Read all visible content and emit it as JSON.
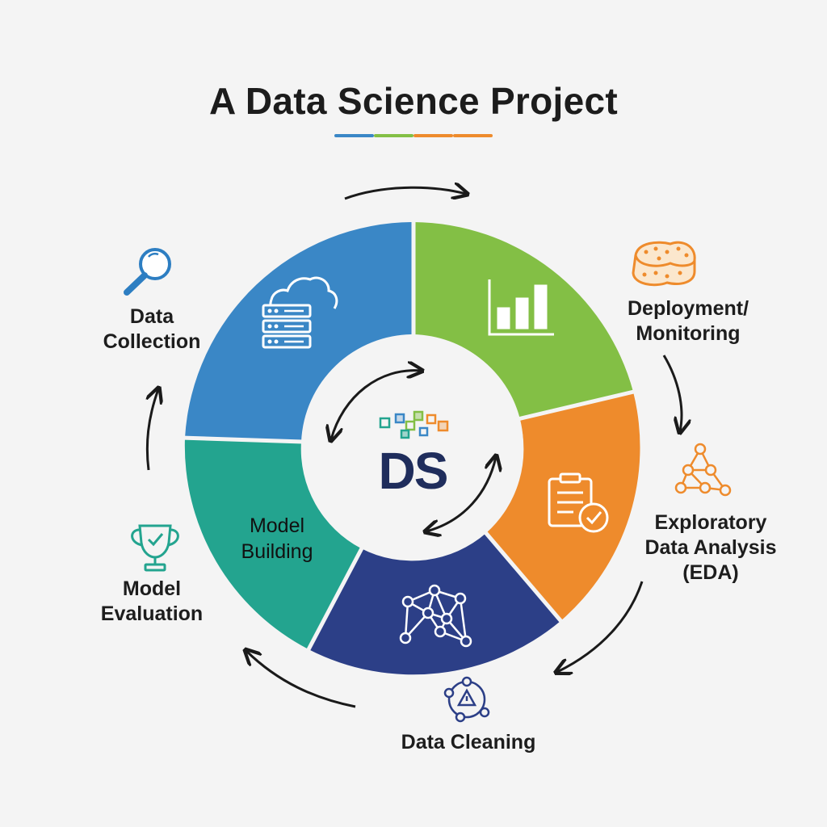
{
  "title": "A Data Science Project",
  "colors": {
    "blue": "#3a87c6",
    "green": "#83bf45",
    "orange": "#ee8b2c",
    "navy": "#2c3f87",
    "teal": "#23a48f",
    "title_text": "#1c1c1c",
    "center_text": "#1f2d5c"
  },
  "center": {
    "logo_text": "DS"
  },
  "stages": {
    "data_collection": {
      "label": "Data\nCollection",
      "icon": "magnifying-glass-icon"
    },
    "deployment": {
      "label": "Deployment/\nMonitoring",
      "icon": "sponge-icon"
    },
    "eda": {
      "label": "Exploratory\nData Analysis\n(EDA)",
      "icon": "network-graph-icon"
    },
    "data_cleaning": {
      "label": "Data Cleaning",
      "icon": "alert-ring-icon"
    },
    "model_evaluation": {
      "label": "Model\nEvaluation",
      "icon": "trophy-icon"
    },
    "model_building": {
      "label": "Model\nBuilding"
    }
  },
  "segment_icons": [
    "cloud-server-icon",
    "bar-chart-icon",
    "clipboard-check-icon",
    "network-nodes-icon"
  ]
}
